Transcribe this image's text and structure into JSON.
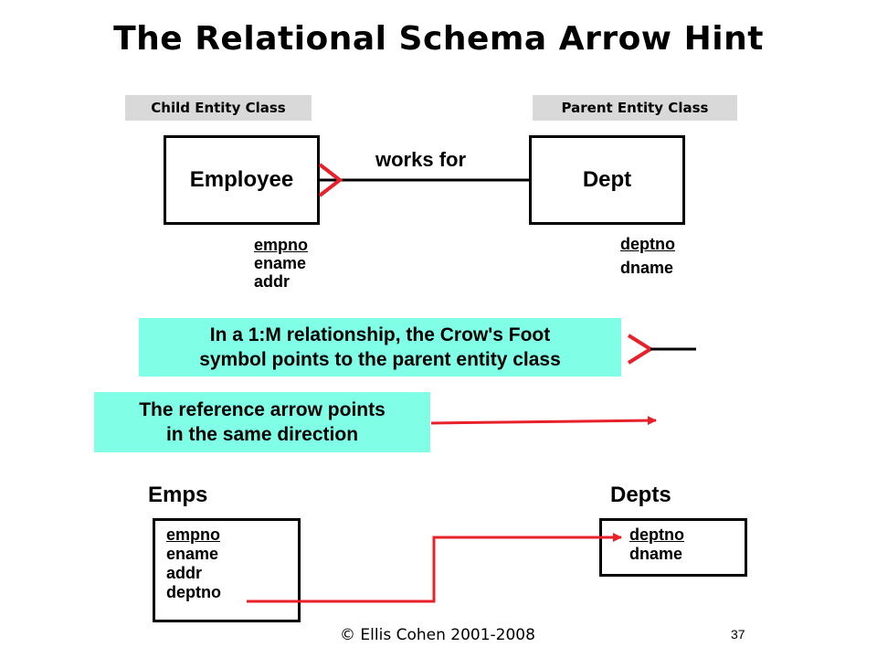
{
  "title": "The Relational Schema Arrow Hint",
  "er_diagram": {
    "child_tag": "Child Entity Class",
    "parent_tag": "Parent Entity Class",
    "child_entity": "Employee",
    "parent_entity": "Dept",
    "relationship": "works for",
    "child_attributes": [
      "empno",
      "ename",
      "addr"
    ],
    "parent_attributes": [
      "deptno",
      "dname"
    ]
  },
  "notes": {
    "crowsfoot": [
      "In a 1:M relationship, the Crow's Foot",
      "symbol points to the parent entity class"
    ],
    "reference": [
      "The reference arrow points",
      "in the same direction"
    ]
  },
  "schema": {
    "emps_name": "Emps",
    "depts_name": "Depts",
    "emps_columns": [
      "empno",
      "ename",
      "addr",
      "deptno"
    ],
    "depts_columns": [
      "deptno",
      "dname"
    ]
  },
  "footer": {
    "copyright": "© Ellis Cohen 2001-2008",
    "page": "37"
  },
  "colors": {
    "arrow_red": "#e8202a",
    "note_bg": "#80ffe6",
    "tag_bg": "#d9d9d9"
  }
}
